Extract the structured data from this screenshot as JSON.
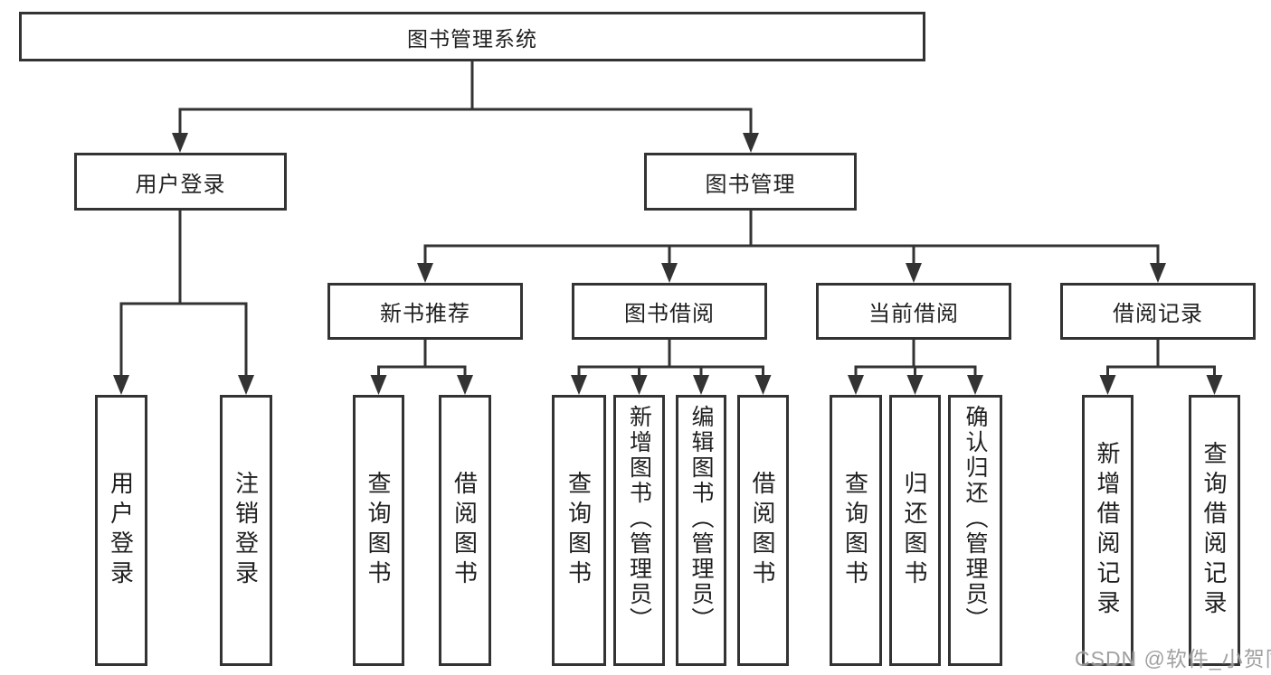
{
  "tree": {
    "label": "图书管理系统",
    "children": [
      {
        "label": "用户登录",
        "children": [
          {
            "label": "用户登录"
          },
          {
            "label": "注销登录"
          }
        ]
      },
      {
        "label": "图书管理",
        "children": [
          {
            "label": "新书推荐",
            "children": [
              {
                "label": "查询图书"
              },
              {
                "label": "借阅图书"
              }
            ]
          },
          {
            "label": "图书借阅",
            "children": [
              {
                "label": "查询图书"
              },
              {
                "label": "新增图书（管理员）"
              },
              {
                "label": "编辑图书（管理员）"
              },
              {
                "label": "借阅图书"
              }
            ]
          },
          {
            "label": "当前借阅",
            "children": [
              {
                "label": "查询图书"
              },
              {
                "label": "归还图书"
              },
              {
                "label": "确认归还（管理员）"
              }
            ]
          },
          {
            "label": "借阅记录",
            "children": [
              {
                "label": "新增借阅记录"
              },
              {
                "label": "查询借阅记录"
              }
            ]
          }
        ]
      }
    ]
  },
  "watermark": {
    "text": "CSDN @软件_小贺同学"
  },
  "colors": {
    "background": "#ffffff",
    "line": "#333333",
    "box_border": "#333333",
    "text": "#1f1f1f",
    "watermark": "#8c8c8c"
  }
}
